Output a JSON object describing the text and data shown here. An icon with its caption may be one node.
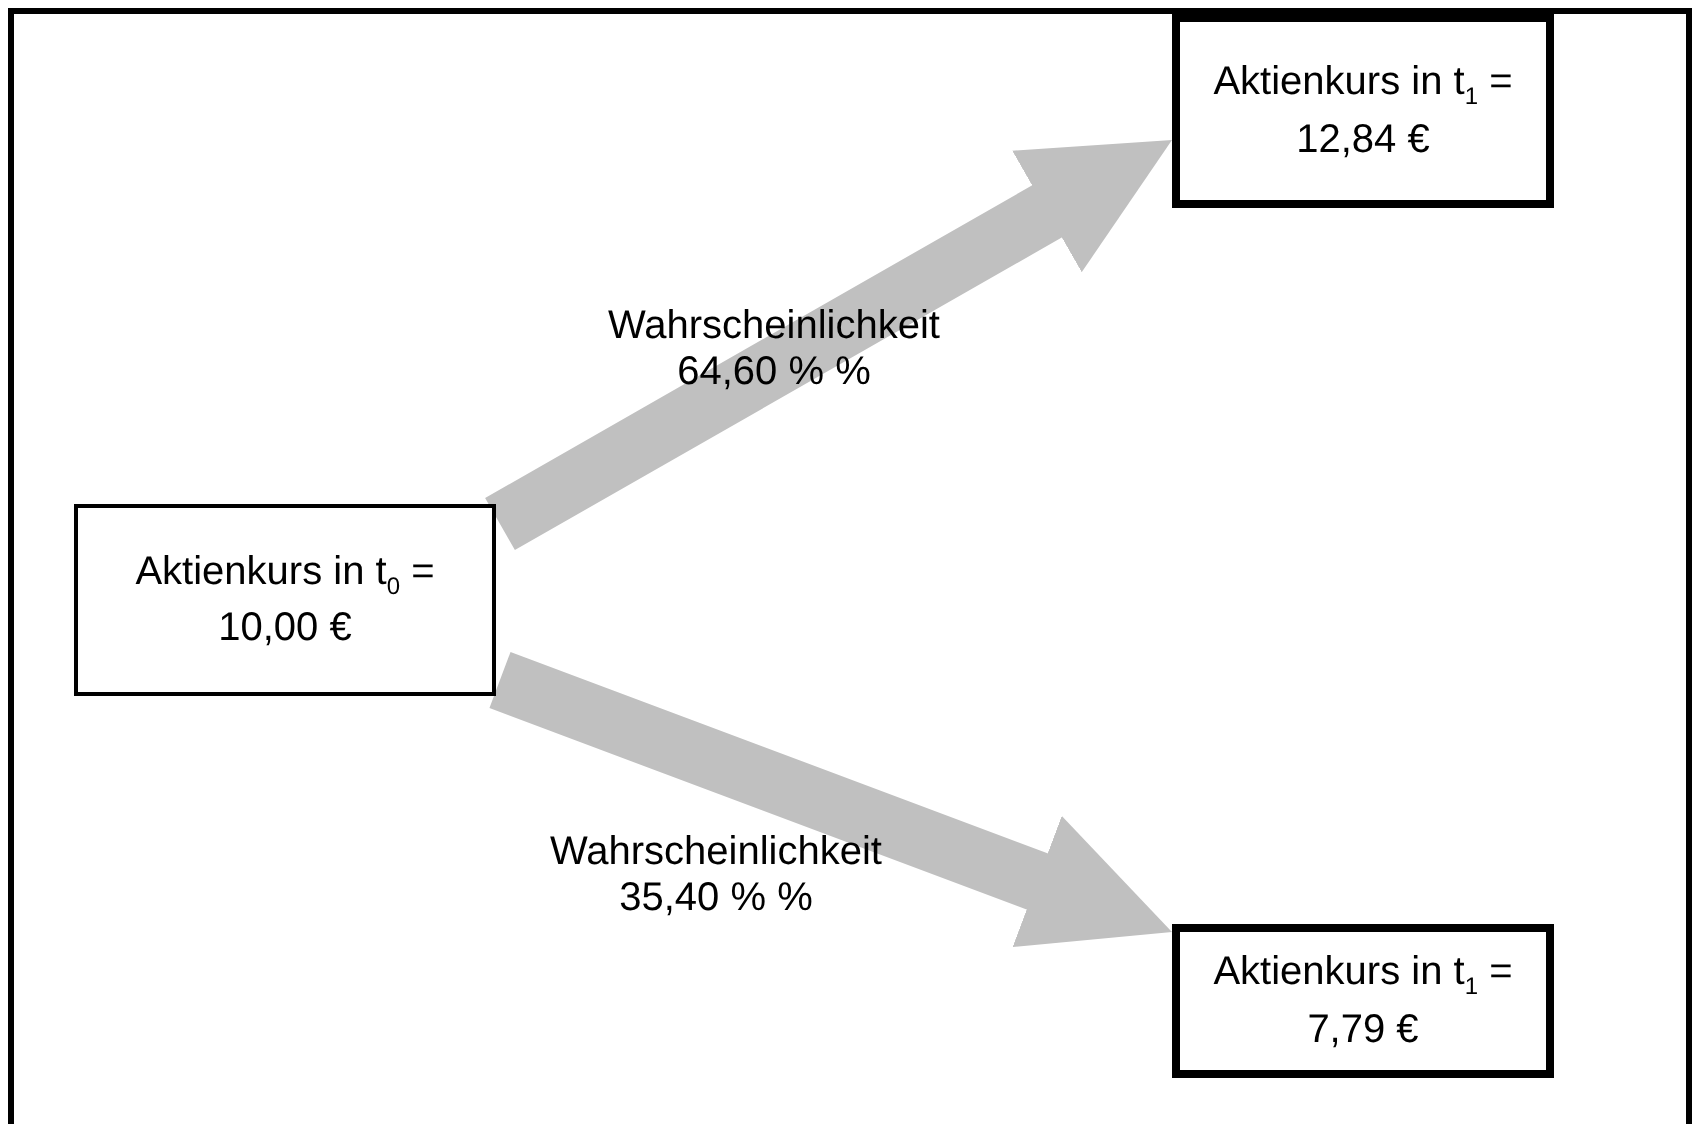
{
  "diagram": {
    "nodes": [
      {
        "text": [
          "Aktienkurs in t$_{0}$ = 10,00 €"
        ]
      },
      {
        "text": [
          "Aktienkurs in t$_{1}$ = 12,84 €"
        ]
      },
      {
        "text": [
          "Aktienkurs in t$_{1}$ = 7,79 €"
        ]
      }
    ],
    "edges": [
      {
        "from": 0,
        "to": 1,
        "arrow": "to",
        "label": "Wahrscheinlichkeit 64,60 % %"
      },
      {
        "from": 0,
        "to": 2,
        "arrow": "to",
        "label": "Wahrscheinlichkeit 35,40 % %"
      }
    ]
  }
}
